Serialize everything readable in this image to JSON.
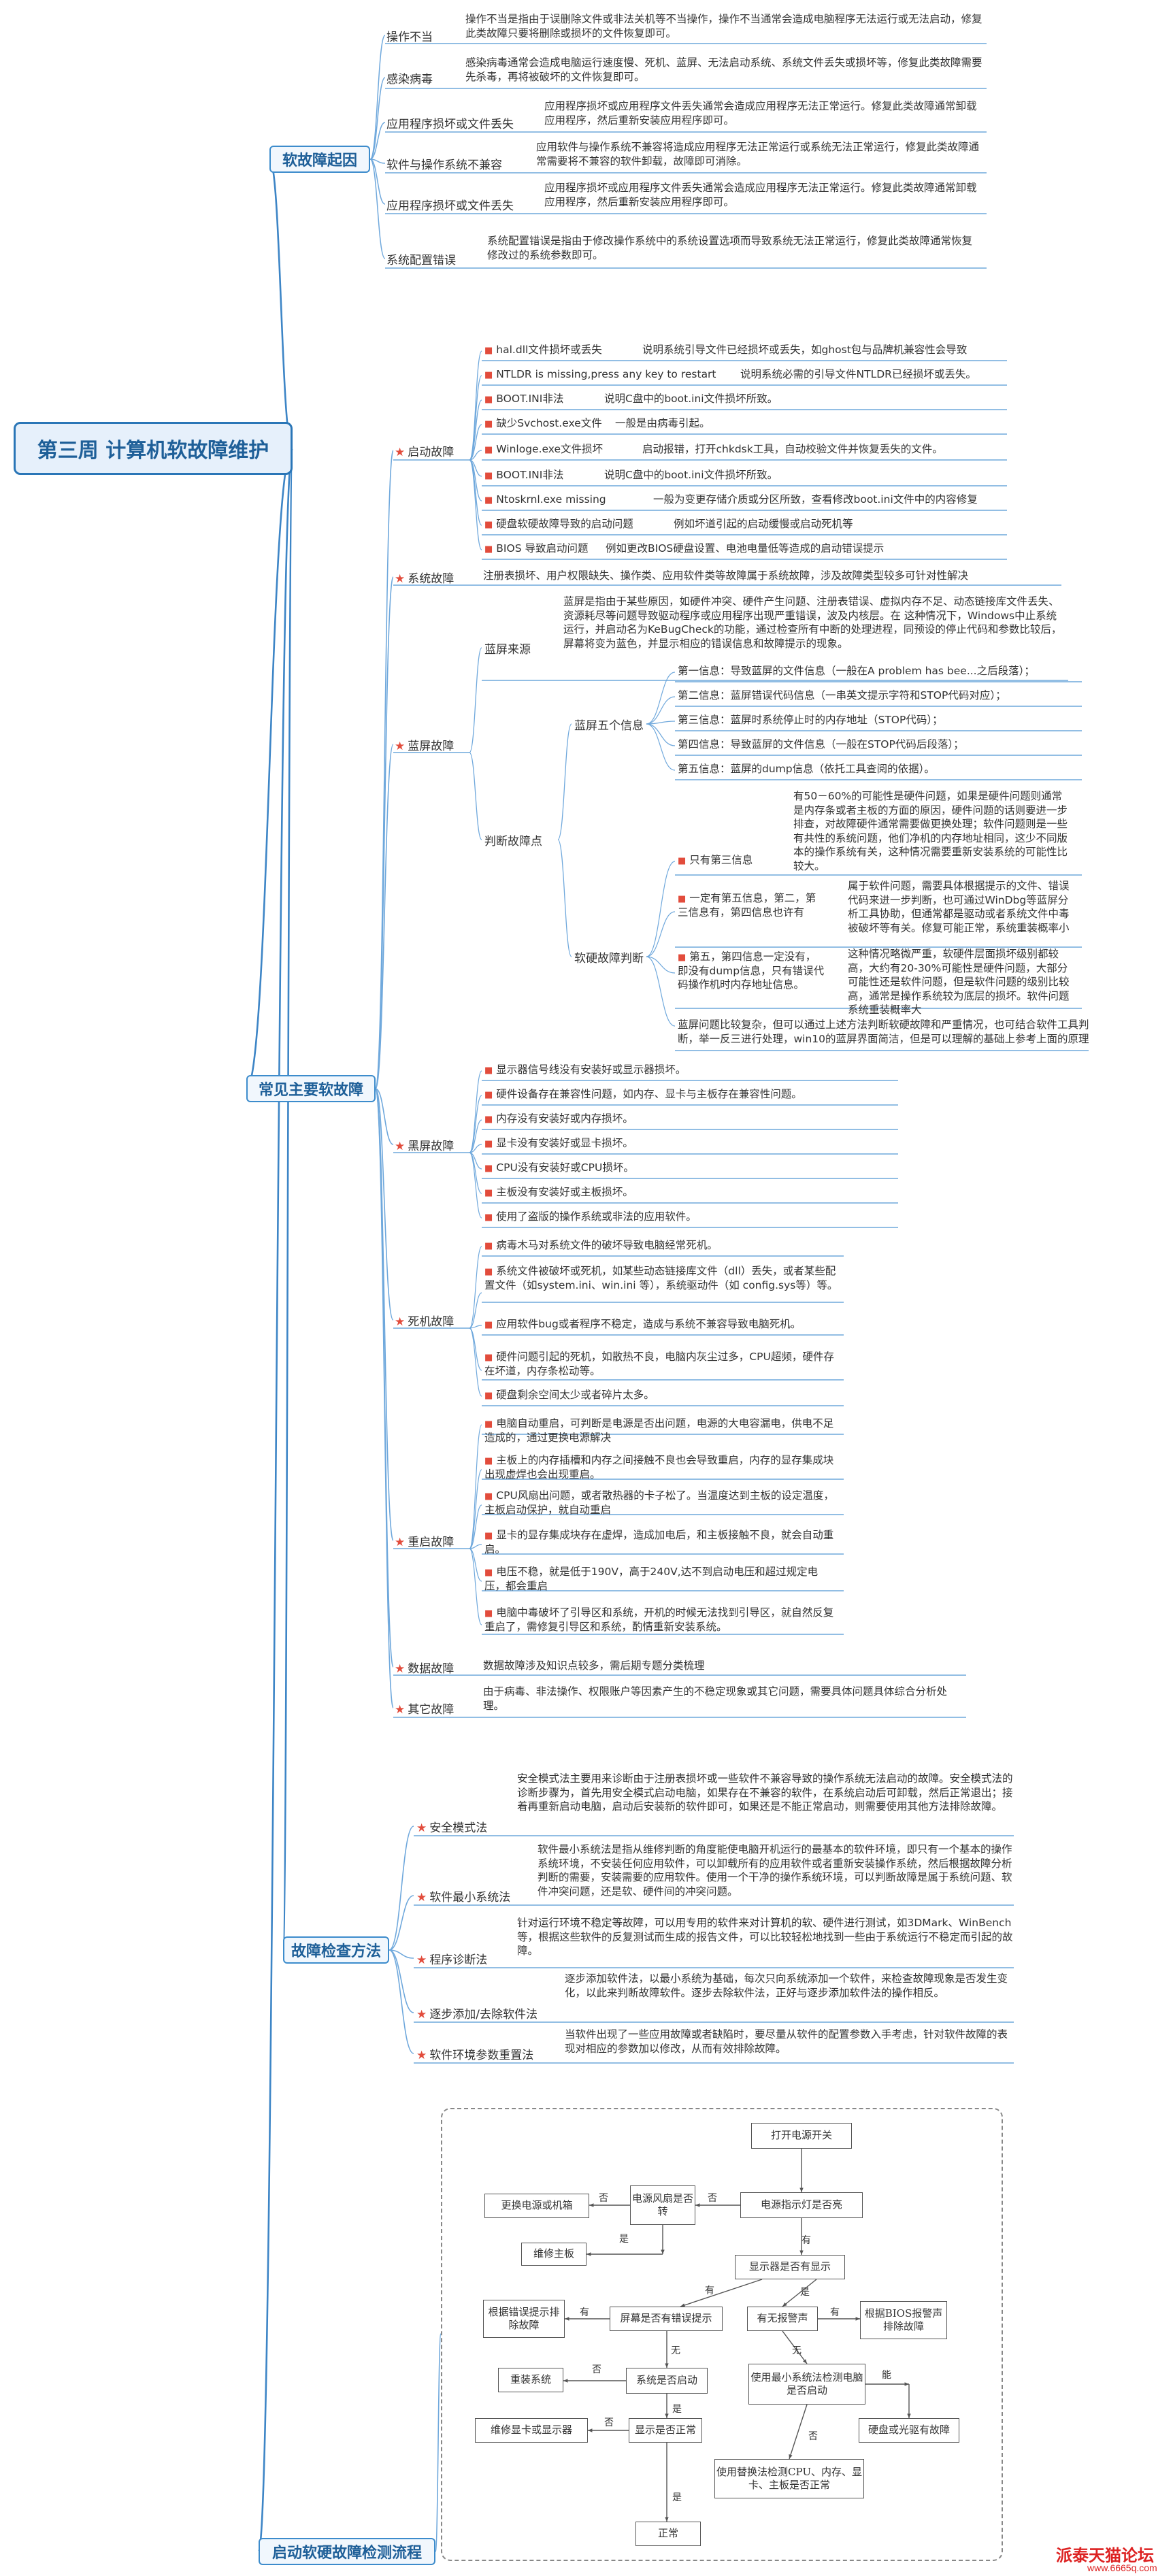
{
  "title": "第三周 计算机软故障维护",
  "sections": {
    "s1": {
      "label": "软故障起因",
      "items": [
        {
          "label": "操作不当",
          "text": "操作不当是指由于误删除文件或非法关机等不当操作，操作不当通常会造成电脑程序无法运行或无法启动，修复此类故障只要将删除或损坏的文件恢复即可。"
        },
        {
          "label": "感染病毒",
          "text": "感染病毒通常会造成电脑运行速度慢、死机、蓝屏、无法启动系统、系统文件丢失或损坏等，修复此类故障需要先杀毒，再将被破坏的文件恢复即可。"
        },
        {
          "label": "应用程序损坏或文件丢失",
          "text": "应用程序损坏或应用程序文件丢失通常会造成应用程序无法正常运行。修复此类故障通常卸载应用程序，然后重新安装应用程序即可。"
        },
        {
          "label": "软件与操作系统不兼容",
          "text": "应用软件与操作系统不兼容将造成应用程序无法正常运行或系统无法正常运行，修复此类故障通常需要将不兼容的软件卸载，故障即可消除。"
        },
        {
          "label": "应用程序损坏或文件丢失",
          "text": "应用程序损坏或应用程序文件丢失通常会造成应用程序无法正常运行。修复此类故障通常卸载应用程序，然后重新安装应用程序即可。"
        },
        {
          "label": "系统配置错误",
          "text": "系统配置错误是指由于修改操作系统中的系统设置选项而导致系统无法正常运行，修复此类故障通常恢复修改过的系统参数即可。"
        }
      ]
    },
    "s2": {
      "label": "常见主要软故障",
      "boot": {
        "label": "启动故障",
        "items": [
          {
            "label": "hal.dll文件损坏或丢失",
            "text": "说明系统引导文件已经损坏或丢失，如ghost包与品牌机兼容性会导致"
          },
          {
            "label": "NTLDR is missing,press any key to restart",
            "text": "说明系统必需的引导文件NTLDR已经损坏或丢失。"
          },
          {
            "label": "BOOT.INI非法",
            "text": "说明C盘中的boot.ini文件损坏所致。"
          },
          {
            "label": "缺少Svchost.exe文件",
            "text": "一般是由病毒引起。"
          },
          {
            "label": "Winloge.exe文件损坏",
            "text": "启动报错，打开chkdsk工具，自动校验文件并恢复丢失的文件。"
          },
          {
            "label": "BOOT.INI非法",
            "text": "说明C盘中的boot.ini文件损坏所致。"
          },
          {
            "label": "Ntoskrnl.exe missing",
            "text": "一般为变更存储介质或分区所致，查看修改boot.ini文件中的内容修复"
          },
          {
            "label": "硬盘软硬故障导致的启动问题",
            "text": "例如坏道引起的启动缓慢或启动死机等"
          },
          {
            "label": "BIOS 导致启动问题",
            "text": "例如更改BIOS硬盘设置、电池电量低等造成的启动错误提示"
          }
        ]
      },
      "system": {
        "label": "系统故障",
        "text": "注册表损坏、用户权限缺失、操作类、应用软件类等故障属于系统故障，涉及故障类型较多可针对性解决"
      },
      "bsod": {
        "label": "蓝屏故障",
        "source_label": "蓝屏来源",
        "source_text": "蓝屏是指由于某些原因，如硬件冲突、硬件产生问题、注册表错误、虚拟内存不足、动态链接库文件丢失、资源耗尽等问题导致驱动程序或应用程序出现严重错误，波及内核层。在 这种情况下，Windows中止系统运行，并启动名为KeBugCheck的功能，通过检查所有中断的处理进程，同预设的停止代码和参数比较后，屏幕将变为蓝色，并显示相应的错误信息和故障提示的现象。",
        "judge_label": "判断故障点",
        "five_label": "蓝屏五个信息",
        "five_items": [
          "第一信息：导致蓝屏的文件信息（一般在A problem has bee...之后段落）；",
          "第二信息：蓝屏错误代码信息（一串英文提示字符和STOP代码对应）；",
          "第三信息：蓝屏时系统停止时的内存地址（STOP代码）；",
          "第四信息：导致蓝屏的文件信息（一般在STOP代码后段落）；",
          "第五信息：蓝屏的dump信息（依托工具查阅的依据）。"
        ],
        "judge_hw_label": "软硬故障判断",
        "judge_cases": [
          {
            "label": "只有第三信息",
            "text": "有50－60%的可能性是硬件问题，如果是硬件问题则通常是内存条或者主板的方面的原因，硬件问题的话则要进一步排查，对故障硬件通常需要做更换处理；软件问题则是一些有共性的系统问题，他们净机的内存地址相同，这少不同版本的操作系统有关，这种情况需要重新安装系统的可能性比较大。"
          },
          {
            "label": "一定有第五信息，第二，第三信息有，第四信息也许有",
            "text": "属于软件问题，需要具体根据提示的文件、错误代码来进一步判断，也可通过WinDbg等蓝屏分析工具协助，但通常都是驱动或者系统文件中毒被破坏等有关。修复可能正常，系统重装概率小"
          },
          {
            "label": "第五，第四信息一定没有，即没有dump信息，只有错误代码操作机时内存地址信息。",
            "text": "这种情况略微严重，软硬件层面损坏级别都较高，大约有20-30%可能性是硬件问题，大部分可能性还是软件问题，但是软件问题的级别比较高，通常是操作系统较为底层的损坏。软件问题系统重装概率大"
          }
        ],
        "note": "蓝屏问题比较复杂，但可以通过上述方法判断软硬故障和严重情况，也可结合软件工具判断，举一反三进行处理，win10的蓝屏界面简洁，但是可以理解的基础上参考上面的原理"
      },
      "black": {
        "label": "黑屏故障",
        "items": [
          "显示器信号线没有安装好或显示器损坏。",
          "硬件设备存在兼容性问题，如内存、显卡与主板存在兼容性问题。",
          "内存没有安装好或内存损坏。",
          "显卡没有安装好或显卡损坏。",
          "CPU没有安装好或CPU损坏。",
          "主板没有安装好或主板损坏。",
          "使用了盗版的操作系统或非法的应用软件。"
        ]
      },
      "crash": {
        "label": "死机故障",
        "items": [
          "病毒木马对系统文件的破坏导致电脑经常死机。",
          "系统文件被破坏或死机，如某些动态链接库文件（dll）丢失，或者某些配置文件（如system.ini、win.ini 等），系统驱动件（如 config.sys等）等。",
          "应用软件bug或者程序不稳定，造成与系统不兼容导致电脑死机。",
          "硬件问题引起的死机，如散热不良，电脑内灰尘过多，CPU超频，硬件存在坏道，内存条松动等。",
          "硬盘剩余空间太少或者碎片太多。"
        ]
      },
      "restart": {
        "label": "重启故障",
        "items": [
          "电脑自动重启，可判断是电源是否出问题，电源的大电容漏电，供电不足造成的，通过更换电源解决",
          "主板上的内存插槽和内存之间接触不良也会导致重启，内存的显存集成块出现虚焊也会出现重启。",
          "CPU风扇出问题，或者散热器的卡子松了。当温度达到主板的设定温度，主板启动保护，就自动重启",
          "显卡的显存集成块存在虚焊，造成加电后，和主板接触不良，就会自动重启。",
          "电压不稳，就是低于190V，高于240V,达不到启动电压和超过规定电压，都会重启",
          "电脑中毒破坏了引导区和系统，开机的时候无法找到引导区，就自然反复重启了，需修复引导区和系统，酌情重新安装系统。"
        ]
      },
      "data": {
        "label": "数据故障",
        "text": "数据故障涉及知识点较多，需后期专题分类梳理"
      },
      "other": {
        "label": "其它故障",
        "text": "由于病毒、非法操作、权限账户等因素产生的不稳定现象或其它问题，需要具体问题具体综合分析处理。"
      }
    },
    "s3": {
      "label": "故障检查方法",
      "items": [
        {
          "label": "安全模式法",
          "text": "安全模式法主要用来诊断由于注册表损坏或一些软件不兼容导致的操作系统无法启动的故障。安全模式法的诊断步骤为，首先用安全模式启动电脑，如果存在不兼容的软件，在系统启动后可卸载，然后正常退出；接着再重新启动电脑，启动后安装新的软件即可，如果还是不能正常启动，则需要使用其他方法排除故障。"
        },
        {
          "label": "软件最小系统法",
          "text": "软件最小系统法是指从维修判断的角度能使电脑开机运行的最基本的软件环境，即只有一个基本的操作系统环境，不安装任何应用软件，可以卸载所有的应用软件或者重新安装操作系统，然后根据故障分析判断的需要，安装需要的应用软件。使用一个干净的操作系统环境，可以判断故障是属于系统问题、软件冲突问题，还是软、硬件间的冲突问题。"
        },
        {
          "label": "程序诊断法",
          "text": "针对运行环境不稳定等故障，可以用专用的软件来对计算机的软、硬件进行测试，如3DMark、WinBench等，根据这些软件的反复测试而生成的报告文件，可以比较轻松地找到一些由于系统运行不稳定而引起的故障。"
        },
        {
          "label": "逐步添加/去除软件法",
          "text": "逐步添加软件法，以最小系统为基础，每次只向系统添加一个软件，来检查故障现象是否发生变化，以此来判断故障软件。逐步去除软件法，正好与逐步添加软件法的操作相反。"
        },
        {
          "label": "软件环境参数重置法",
          "text": "当软件出现了一些应用故障或者缺陷时，要尽量从软件的配置参数入手考虑，针对软件故障的表现对相应的参数加以修改，从而有效排除故障。"
        }
      ]
    },
    "s4": {
      "label": "启动软硬故障检测流程",
      "flow": {
        "start": "打开电源开关",
        "power_light": "电源指示灯是否亮",
        "fan": "电源风扇是否转",
        "replace_psu": "更换电源或机箱",
        "repair_mb": "维修主板",
        "monitor_show": "显示器是否有显示",
        "has_error": "屏幕是否有错误提示",
        "alarm": "有无报警声",
        "fix_by_error": "根据错误提示排除故障",
        "fix_by_bios": "根据BIOS报警声排除故障",
        "os_start": "系统是否启动",
        "reinstall": "重装系统",
        "min_system": "使用最小系统法检测电脑是否启动",
        "display_ok": "显示是否正常",
        "repair_gpu": "维修显卡或显示器",
        "disk_fault": "硬盘或光驱有故障",
        "swap_parts": "使用替换法检测CPU、内存、显卡、主板是否正常",
        "normal": "正常",
        "yes": "是",
        "no": "否",
        "have": "有",
        "none": "无",
        "can": "能"
      }
    }
  },
  "watermark": {
    "title": "派泰天猫论坛",
    "url": "www.6665q.com"
  }
}
